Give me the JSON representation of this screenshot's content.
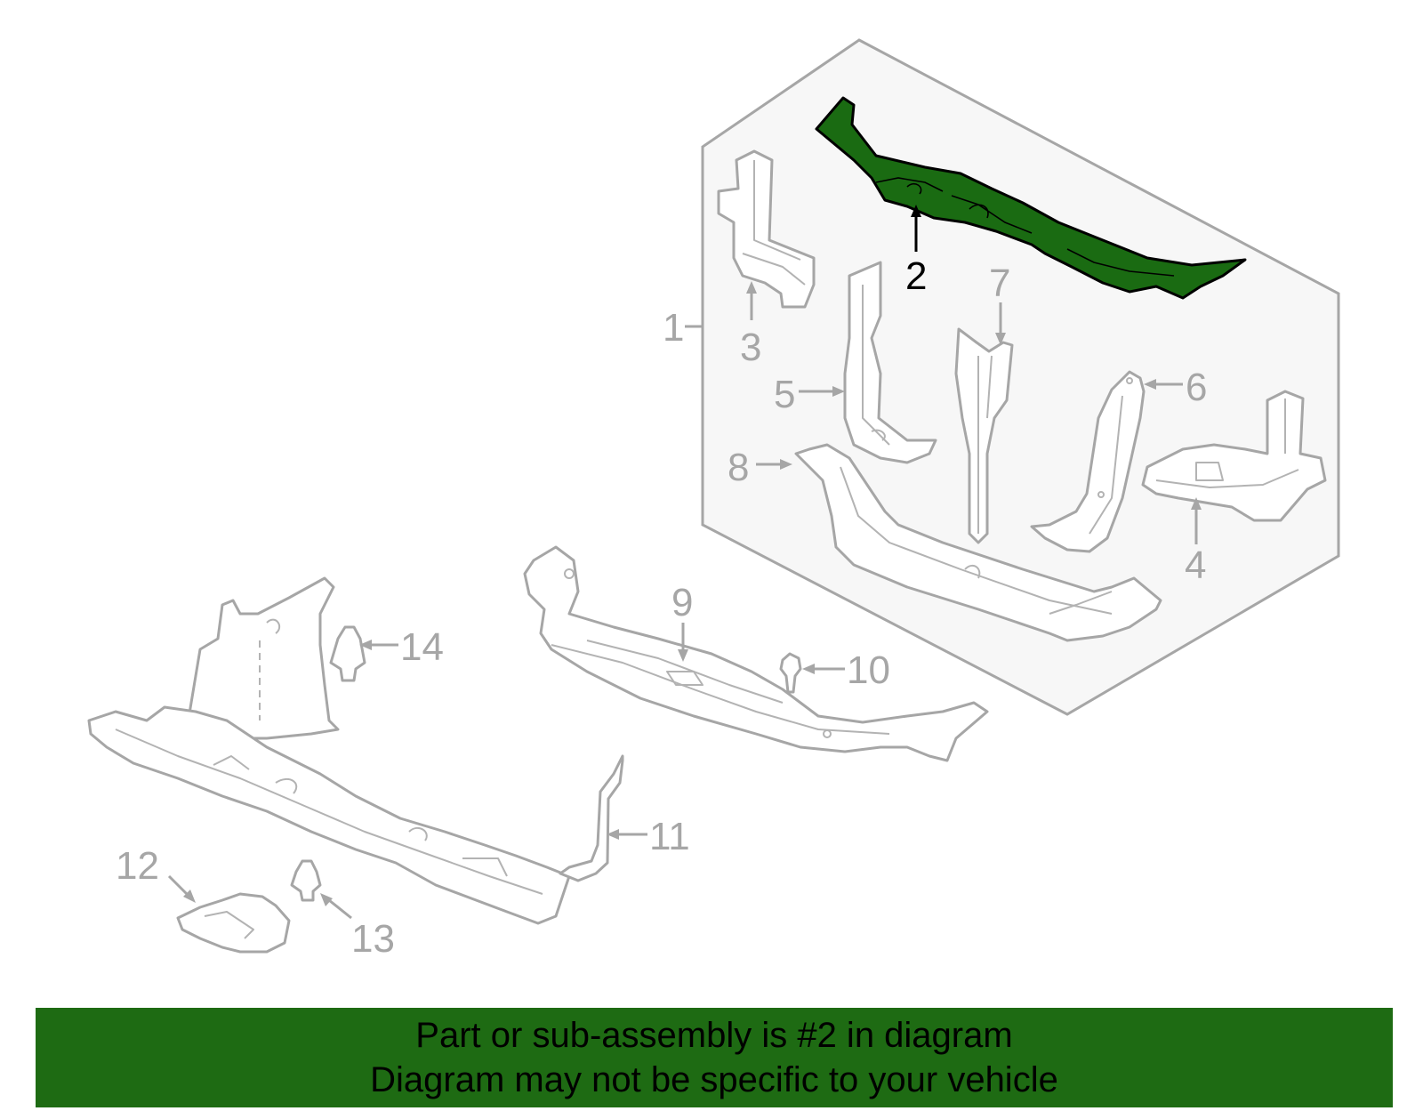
{
  "diagram": {
    "callouts": {
      "c1": "1",
      "c2": "2",
      "c3": "3",
      "c4": "4",
      "c5": "5",
      "c6": "6",
      "c7": "7",
      "c8": "8",
      "c9": "9",
      "c10": "10",
      "c11": "11",
      "c12": "12",
      "c13": "13",
      "c14": "14"
    },
    "highlighted_part": "2",
    "highlight_color": "#1e6b13",
    "outline_color": "#a6a6a6"
  },
  "banner": {
    "line1": "Part or sub-assembly is #2 in diagram",
    "line2": "Diagram may not be specific to your vehicle",
    "background": "#1e6b13"
  }
}
